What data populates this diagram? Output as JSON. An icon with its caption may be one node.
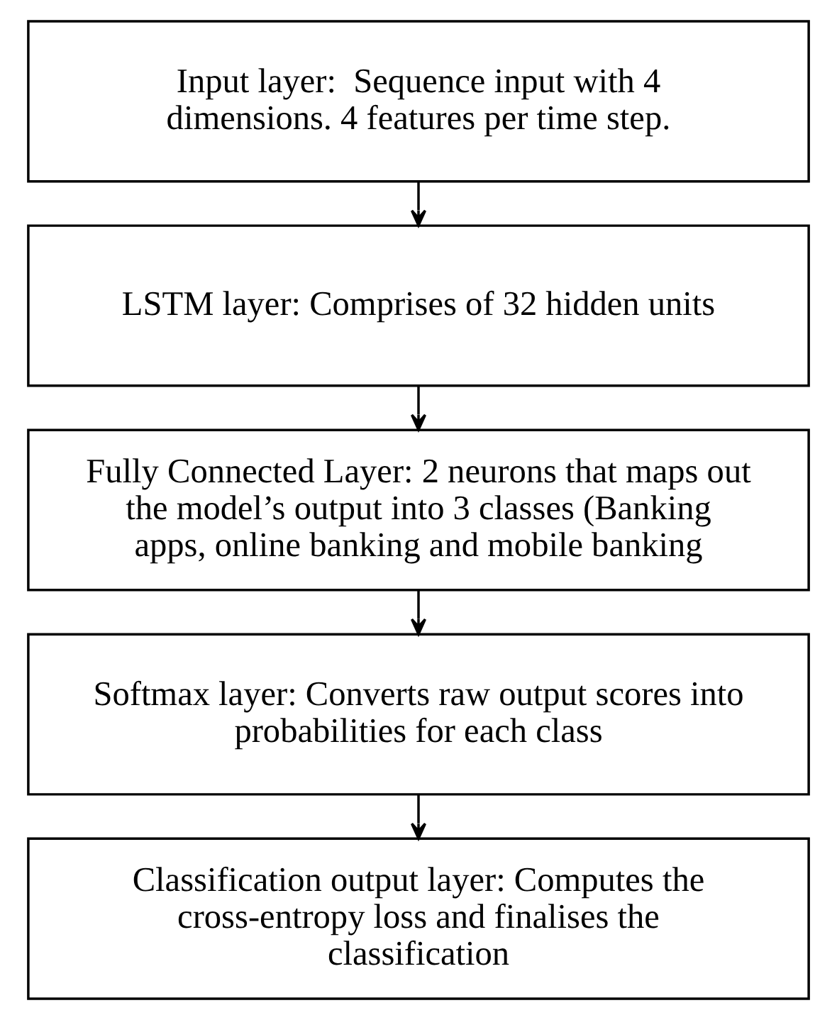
{
  "diagram": {
    "nodes": [
      {
        "text": [
          "Input layer:  Sequence input with 4 dimensions. 4 features per time step."
        ]
      },
      {
        "text": [
          "LSTM layer: Comprises of 32 hidden units"
        ]
      },
      {
        "text": [
          "Fully Connected Layer: 2 neurons that maps out the model’s output into 3 classes (Banking apps, online banking and mobile banking"
        ]
      },
      {
        "text": [
          "Softmax layer: Converts raw output scores into probabilities for each class"
        ]
      },
      {
        "text": [
          "Classification output layer: Computes the cross-entropy loss and finalises the classification"
        ]
      }
    ],
    "edges": [
      {
        "from": 0,
        "to": 1,
        "arrow": "to"
      },
      {
        "from": 1,
        "to": 2,
        "arrow": "to"
      },
      {
        "from": 2,
        "to": 3,
        "arrow": "to"
      },
      {
        "from": 3,
        "to": 4,
        "arrow": "to"
      }
    ]
  }
}
